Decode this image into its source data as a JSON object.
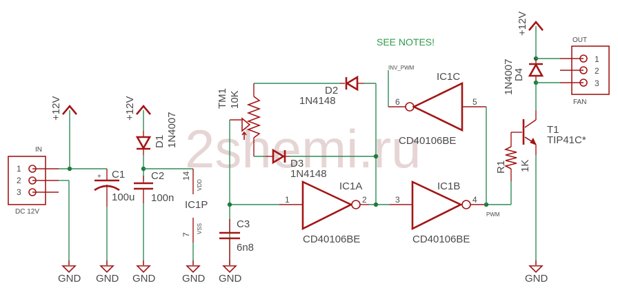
{
  "watermark": "2shemi.ru",
  "note": "SEE NOTES!",
  "power": {
    "vcc_label": "+12V",
    "gnd_label": "GND"
  },
  "connectors": {
    "input": {
      "title": "IN",
      "subtitle": "DC 12V",
      "pins": [
        "1",
        "2",
        "3"
      ]
    },
    "output": {
      "title": "OUT",
      "subtitle": "FAN",
      "pins": [
        "1",
        "2",
        "3"
      ]
    }
  },
  "components": {
    "c1": {
      "ref": "C1",
      "value": "100u"
    },
    "c2": {
      "ref": "C2",
      "value": "100n"
    },
    "c3": {
      "ref": "C3",
      "value": "6n8"
    },
    "d1": {
      "ref": "D1",
      "value": "1N4007"
    },
    "d2": {
      "ref": "D2",
      "value": "1N4148"
    },
    "d3": {
      "ref": "D3",
      "value": "1N4148"
    },
    "d4": {
      "ref": "D4",
      "value": "1N4007"
    },
    "tm1": {
      "ref": "TM1",
      "value": "10K"
    },
    "r1": {
      "ref": "R1",
      "value": "1K"
    },
    "t1": {
      "ref": "T1",
      "value": "TIP41C*"
    },
    "ic1p": {
      "ref": "IC1P",
      "vdd_pin": "14",
      "vdd_label": "VDD",
      "vss_pin": "7",
      "vss_label": "VSS"
    },
    "ic1a": {
      "ref": "IC1A",
      "part": "CD40106BE",
      "in_pin": "1",
      "out_pin": "2"
    },
    "ic1b": {
      "ref": "IC1B",
      "part": "CD40106BE",
      "in_pin": "3",
      "out_pin": "4"
    },
    "ic1c": {
      "ref": "IC1C",
      "part": "CD40106BE",
      "in_pin": "6",
      "out_pin": "5"
    }
  },
  "nets": {
    "pwm": "PWM",
    "inv_pwm": "INV_PWM"
  }
}
